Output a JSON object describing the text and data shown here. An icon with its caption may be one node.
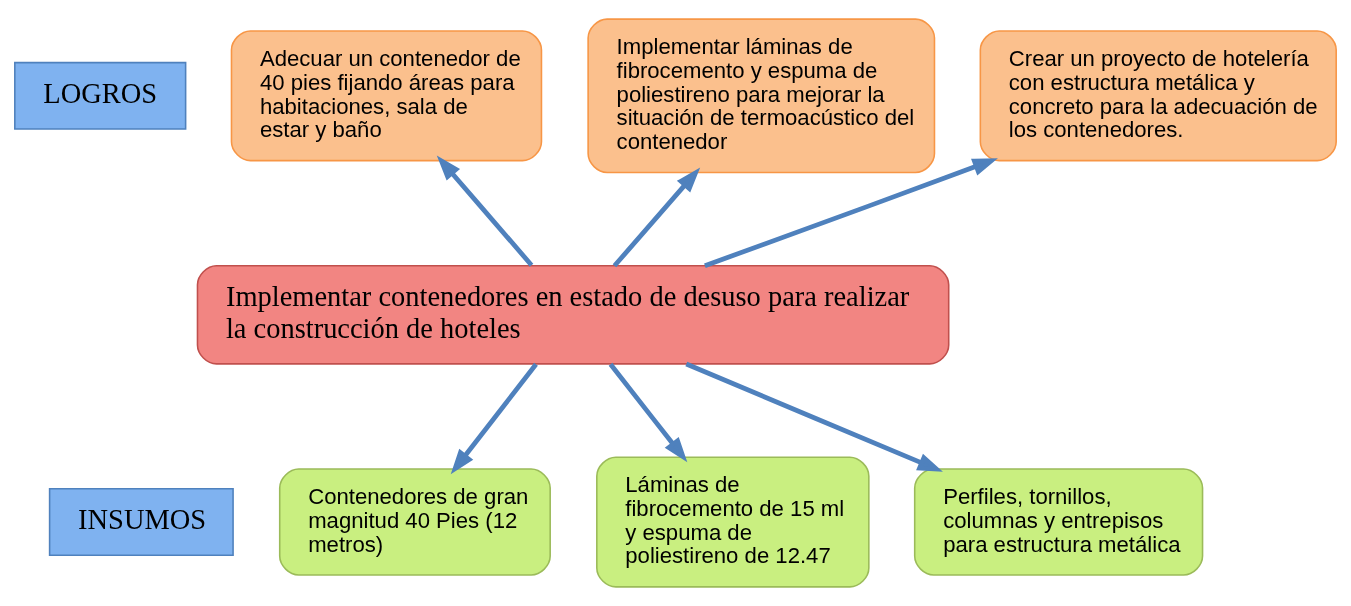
{
  "diagram": {
    "nodes": [
      {
        "text": [
          "LOGROS"
        ]
      },
      {
        "text": [
          "Adecuar un contenedor de 40 pies fijando áreas para habitaciones, sala de estar y baño"
        ]
      },
      {
        "text": [
          "Implementar láminas de fibrocemento y espuma de poliestireno para mejorar la situación de termoacústico del contenedor"
        ]
      },
      {
        "text": [
          "Crear un proyecto de hotelería con estructura metálica y concreto para la adecuación de los contenedores."
        ]
      },
      {
        "text": [
          "Implementar contenedores en estado de desuso para realizar la construcción de hoteles"
        ]
      },
      {
        "text": [
          "INSUMOS"
        ]
      },
      {
        "text": [
          "Contenedores de gran magnitud 40 Pies (12 metros)"
        ]
      },
      {
        "text": [
          "Láminas de fibrocemento de 15 ml y espuma de poliestireno de 12.47"
        ]
      },
      {
        "text": [
          "Perfiles, tornillos, columnas y entrepisos para estructura metálica"
        ]
      }
    ],
    "edges": [
      {
        "from": 4,
        "to": 1,
        "arrow": "to"
      },
      {
        "from": 4,
        "to": 2,
        "arrow": "to"
      },
      {
        "from": 4,
        "to": 3,
        "arrow": "to"
      },
      {
        "from": 4,
        "to": 6,
        "arrow": "to"
      },
      {
        "from": 4,
        "to": 7,
        "arrow": "to"
      },
      {
        "from": 4,
        "to": 8,
        "arrow": "to"
      }
    ]
  }
}
